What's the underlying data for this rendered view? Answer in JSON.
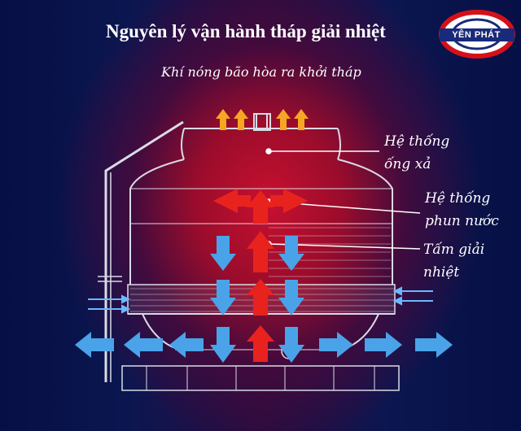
{
  "title": "Nguyên lý vận hành tháp giải nhiệt",
  "subtitle": "Khí nóng bão hòa ra khởi tháp",
  "labels": {
    "exhaust": [
      "Hệ thống",
      "ống xả"
    ],
    "spray": [
      "Hệ thống",
      "phun nước"
    ],
    "fill": [
      "Tấm giải",
      "nhiệt"
    ]
  },
  "logo_text": "YÊN PHÁT",
  "colors": {
    "hot_air": "#e8231e",
    "cold_air": "#4aa3e8",
    "exhaust_air": "#f5a623",
    "line": "#d9dbe6",
    "background_center": "#c8102e",
    "background_edge": "#071045",
    "logo_red": "#d6101a"
  }
}
